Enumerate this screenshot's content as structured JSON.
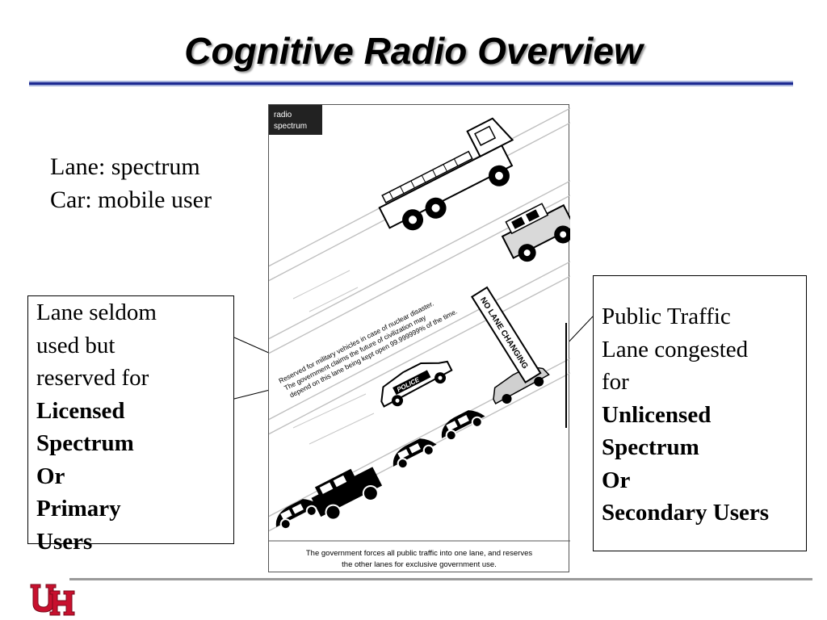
{
  "title": "Cognitive Radio Overview",
  "legend": {
    "line1": "Lane: spectrum",
    "line2": "Car: mobile user"
  },
  "left_box": {
    "line1": "Lane seldom",
    "line2": "used but",
    "line3": "reserved for",
    "line4": "Licensed",
    "line5": "Spectrum",
    "line6": "Or",
    "line7": "Primary",
    "line8": "Users"
  },
  "right_box": {
    "line1": "Public Traffic",
    "line2": "Lane congested",
    "line3": "for",
    "line4": "Unlicensed",
    "line5": "Spectrum",
    "line6": "Or",
    "line7": "Secondary Users"
  },
  "figure": {
    "tag_line1": "radio",
    "tag_line2": "spectrum",
    "road_text1": "Reserved for military vehicles in case of nuclear disaster.",
    "road_text2": "The government claims the future of civilization may",
    "road_text3": "depend on this lane being kept open 99.999999% of the time.",
    "police_label": "POLICE",
    "sign_text": "NO LANE CHANGING",
    "caption_line1": "The government forces all public traffic into one lane, and reserves",
    "caption_line2": "the other lanes for exclusive government use."
  },
  "colors": {
    "title_rule": "#1d2a92",
    "logo_red": "#c8102e",
    "footer_rule": "#9a9a9a"
  },
  "icons": {
    "logo": "uh-logo-icon"
  }
}
